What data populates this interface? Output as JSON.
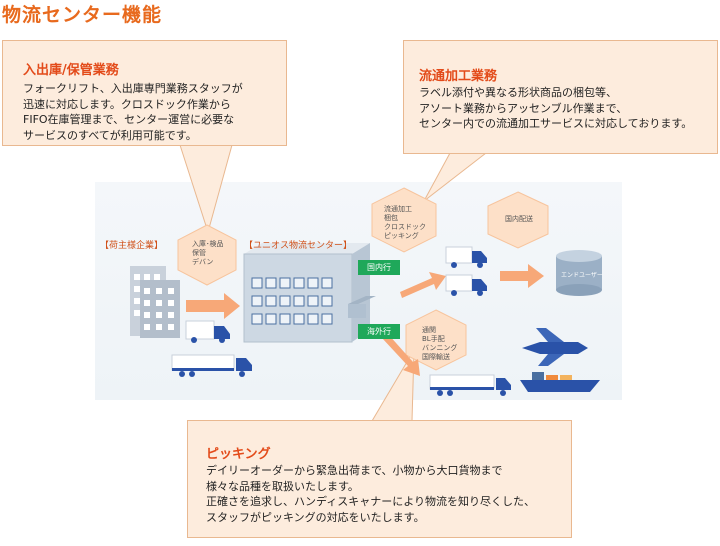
{
  "page": {
    "title": "物流センター機能"
  },
  "callouts": {
    "storage": {
      "title": "入出庫/保管業務",
      "body": "フォークリフト、入出庫専門業務スタッフが\n迅速に対応します。クロスドック作業から\nFIFO在庫管理まで、センター運営に必要な\nサービスのすべてが利用可能です。"
    },
    "processing": {
      "title": "流通加工業務",
      "body": "ラベル添付や異なる形状商品の梱包等、\nアソート業務からアッセンブル作業まで、\nセンター内での流通加工サービスに対応しております。"
    },
    "picking": {
      "title": "ピッキング",
      "body": "デイリーオーダーから緊急出荷まで、小物から大口貨物まで\n様々な品種を取扱いたします。\n正確さを追求し、ハンディスキャナーにより物流を知り尽くした、\nスタッフがピッキングの対応をいたします。"
    }
  },
  "diagram": {
    "shipper_label": "【荷主様企業】",
    "center_label": "【ユニオス物流センター】",
    "inbound_bubble": "入庫･検品\n保管\nデバン",
    "processing_bubble": "流通加工\n梱包\nクロスドック\nピッキング",
    "domestic_delivery_bubble": "国内配送",
    "overseas_bubble": "通関\nBL手配\nバンニング\n国際輸送",
    "domestic_tag": "国内行",
    "overseas_tag": "海外行",
    "end_user_label": "エンドユーザー"
  },
  "colors": {
    "accent": "#e86a1e",
    "callout_bg": "#fdecdd",
    "tag_green": "#1fa85a",
    "truck_blue": "#2a52a8"
  }
}
